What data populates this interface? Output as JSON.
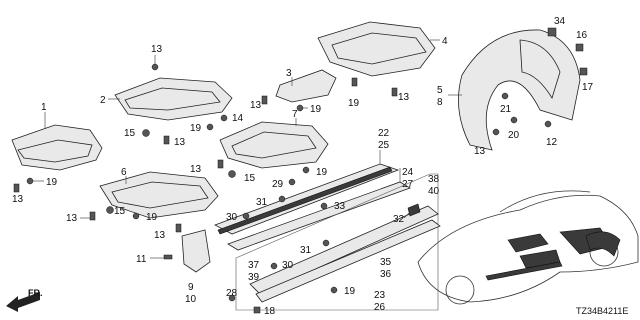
{
  "callouts": {
    "n1": "1",
    "n2": "2",
    "n3": "3",
    "n4": "4",
    "n5a": "5",
    "n5b": "8",
    "n6": "6",
    "n7": "7",
    "n9": "9",
    "n10": "10",
    "n11": "11",
    "n12": "12",
    "n13": "13",
    "n14": "14",
    "n15": "15",
    "n16": "16",
    "n17": "17",
    "n18": "18",
    "n19": "19",
    "n20": "20",
    "n21": "21",
    "n22": "22",
    "n23": "23",
    "n24": "24",
    "n25": "25",
    "n26": "26",
    "n27": "27",
    "n28": "28",
    "n29": "29",
    "n30": "30",
    "n31": "31",
    "n32": "32",
    "n33": "33",
    "n34": "34",
    "n35": "35",
    "n36": "36",
    "n37": "37",
    "n38": "38",
    "n39": "39",
    "n40": "40"
  },
  "front_label": "FR.",
  "diagram_code": "TZ34B4211E"
}
